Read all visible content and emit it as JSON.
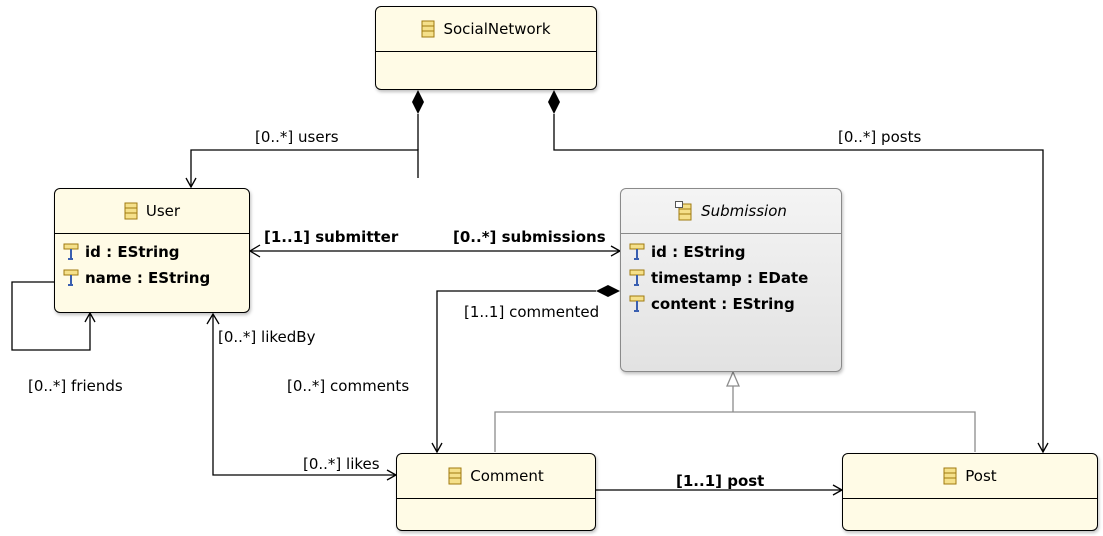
{
  "classes": {
    "social_network": {
      "name": "SocialNetwork"
    },
    "user": {
      "name": "User",
      "attrs": [
        "id : EString",
        "name : EString"
      ]
    },
    "submission": {
      "name": "Submission",
      "attrs": [
        "id : EString",
        "timestamp : EDate",
        "content : EString"
      ]
    },
    "comment": {
      "name": "Comment"
    },
    "post": {
      "name": "Post"
    }
  },
  "references": {
    "users": "[0..*] users",
    "posts": "[0..*] posts",
    "submitter": "[1..1] submitter",
    "submissions": "[0..*] submissions",
    "commented": "[1..1] commented",
    "liked_by": "[0..*] likedBy",
    "comments": "[0..*] comments",
    "friends": "[0..*] friends",
    "likes": "[0..*] likes",
    "post": "[1..1] post"
  },
  "colors": {
    "class_fill": "#fffbe6",
    "abstract_fill": "#e8e8e8",
    "line": "#000000",
    "inheritance_line": "#8c8c8c",
    "icon_fill": "#f5e08a",
    "icon_stroke": "#a07a10"
  },
  "icons": {
    "class": "eclass-icon",
    "abstract_class": "abstract-eclass-icon",
    "attribute": "eattribute-icon"
  }
}
